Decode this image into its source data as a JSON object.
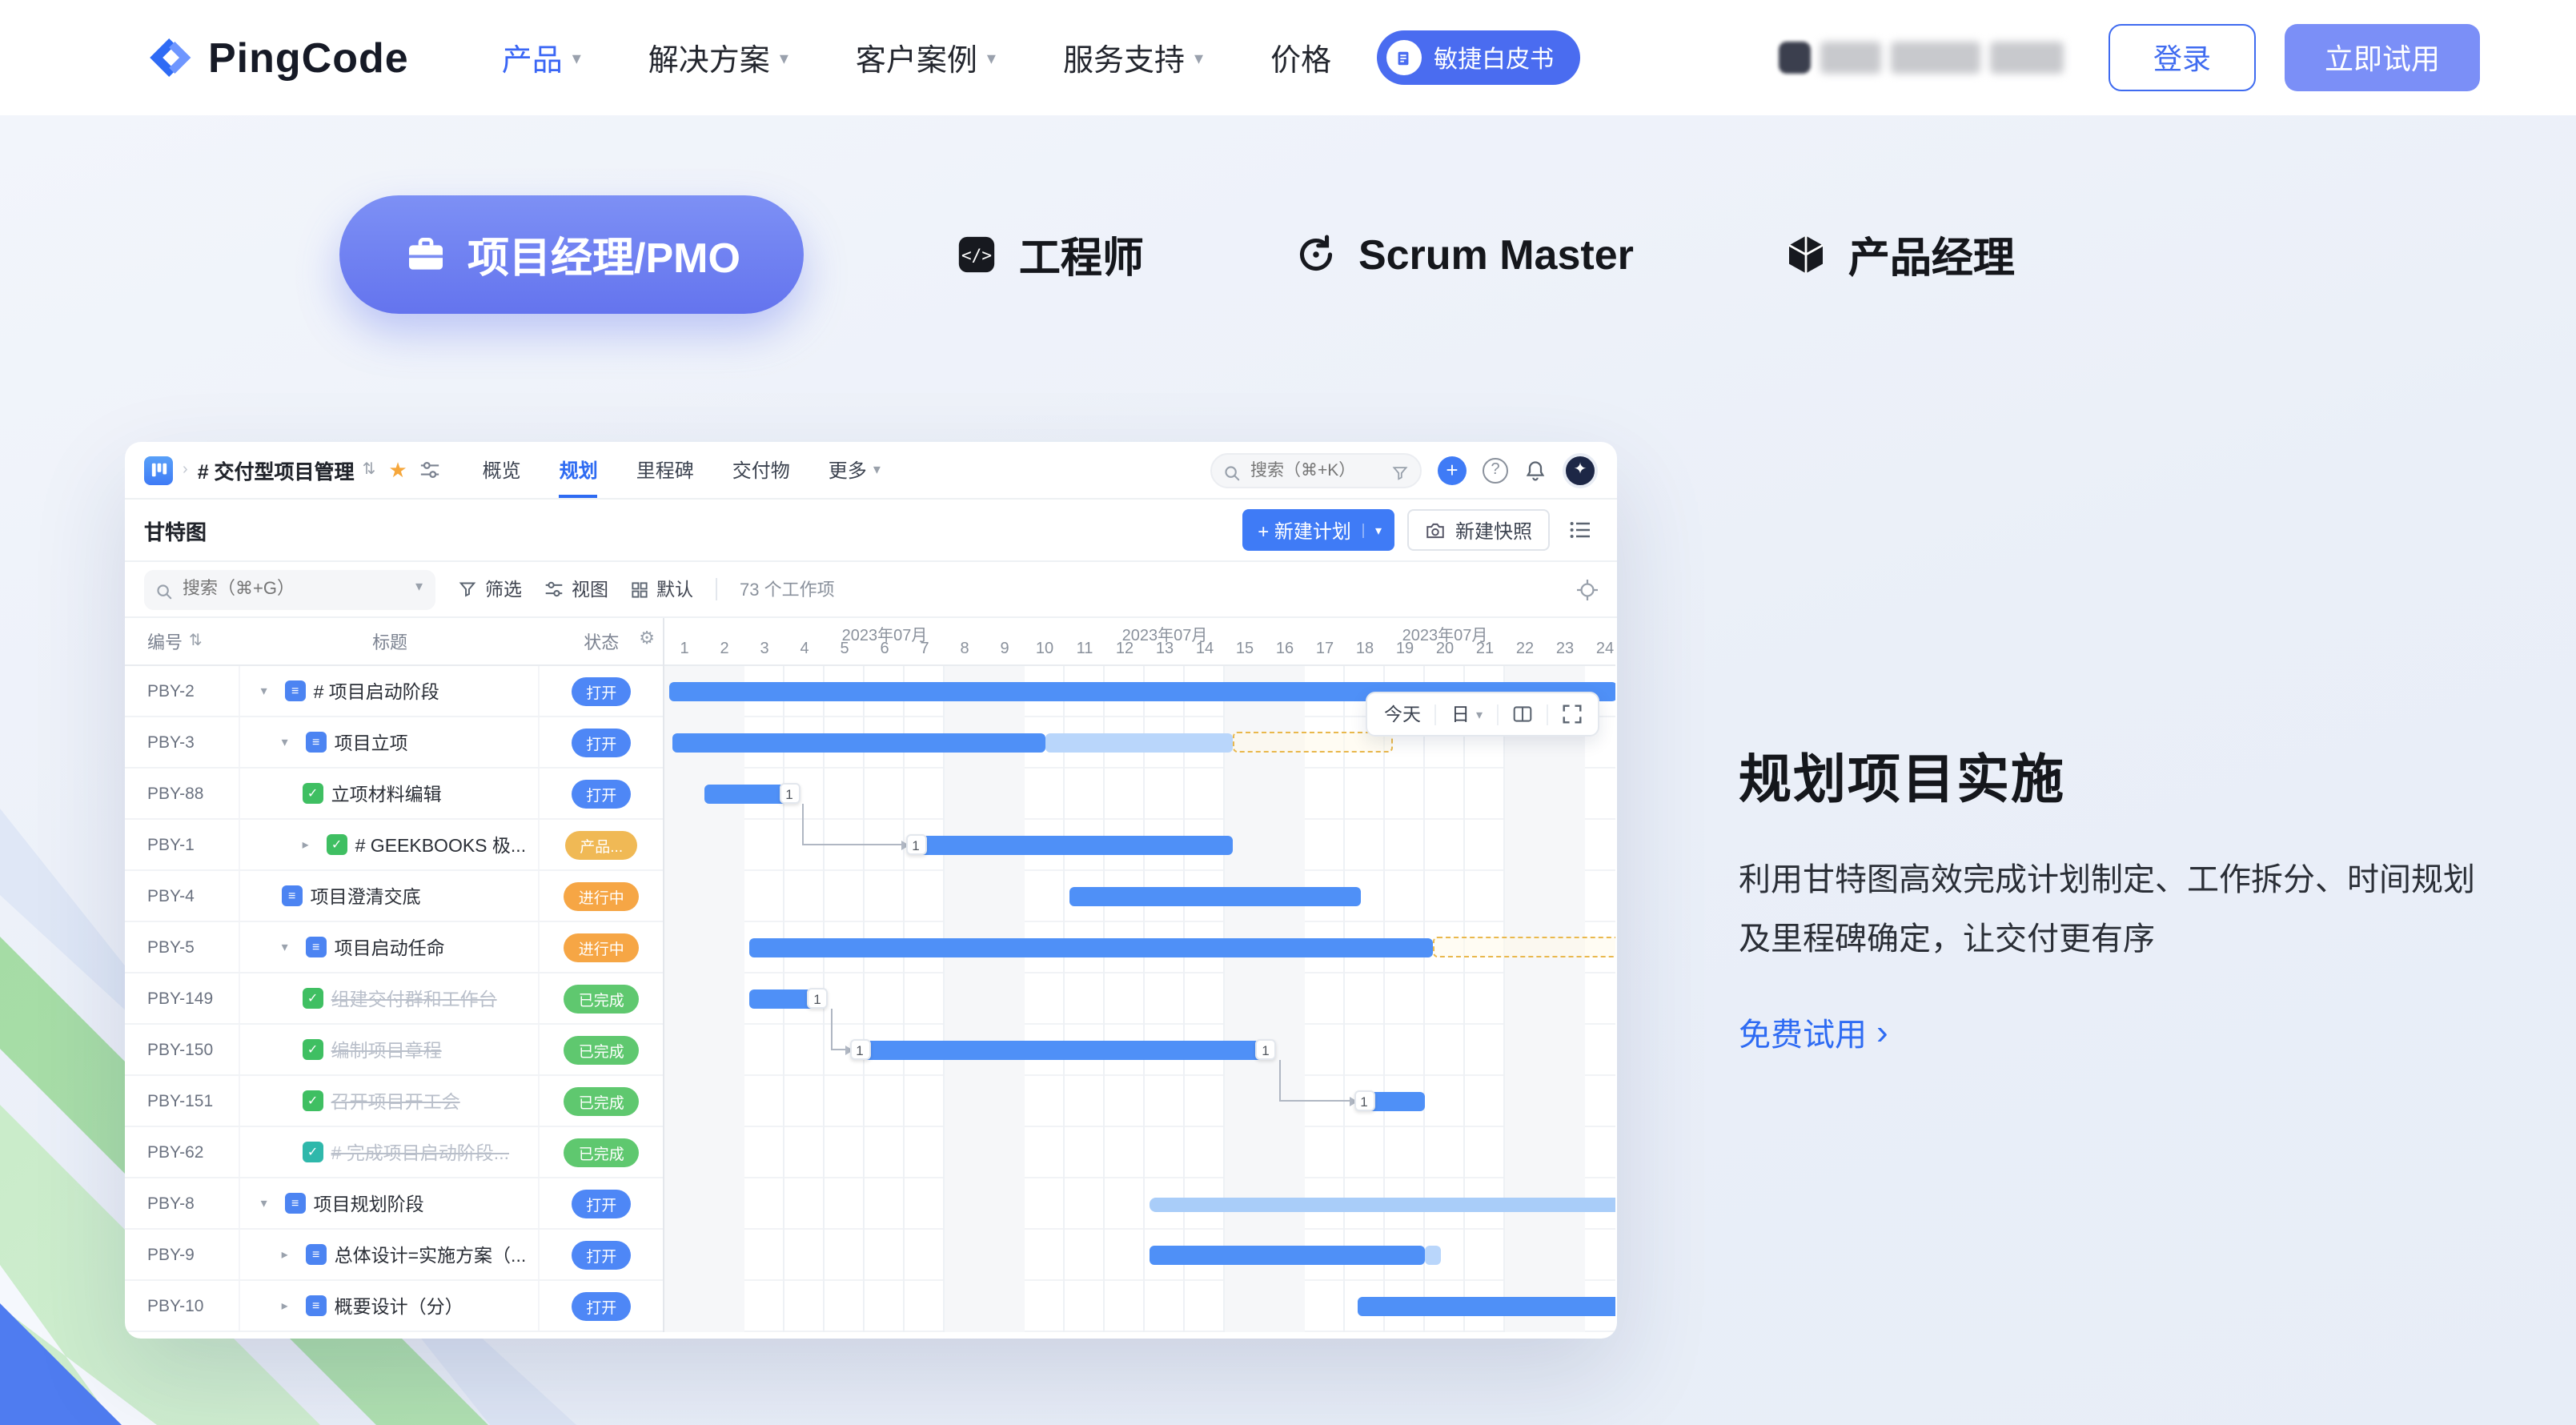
{
  "navbar": {
    "logo_text": "PingCode",
    "menu": [
      {
        "label": "产品",
        "caret": true,
        "active": true
      },
      {
        "label": "解决方案",
        "caret": true
      },
      {
        "label": "客户案例",
        "caret": true
      },
      {
        "label": "服务支持",
        "caret": true
      },
      {
        "label": "价格",
        "caret": false
      }
    ],
    "whitepaper_badge": "敏捷白皮书",
    "login_label": "登录",
    "cta_label": "立即试用"
  },
  "personas": [
    {
      "label": "项目经理/PMO",
      "icon": "briefcase-icon",
      "active": true
    },
    {
      "label": "工程师",
      "icon": "code-icon",
      "active": false
    },
    {
      "label": "Scrum Master",
      "icon": "scrum-icon",
      "active": false
    },
    {
      "label": "产品经理",
      "icon": "cube-icon",
      "active": false
    }
  ],
  "app": {
    "header": {
      "project_title": "# 交付型项目管理",
      "tabs": [
        {
          "label": "概览"
        },
        {
          "label": "规划",
          "active": true
        },
        {
          "label": "里程碑"
        },
        {
          "label": "交付物"
        },
        {
          "label": "更多",
          "caret": true
        }
      ],
      "search_placeholder": "搜索（⌘+K）"
    },
    "subheader": {
      "title": "甘特图",
      "new_plan_label": "+ 新建计划",
      "new_snapshot_label": "新建快照"
    },
    "toolbar": {
      "search_placeholder": "搜索（⌘+G）",
      "filter_label": "筛选",
      "view_label": "视图",
      "default_label": "默认",
      "count_label": "73 个工作项"
    },
    "table": {
      "columns": [
        "编号",
        "标题",
        "状态"
      ]
    },
    "rows": [
      {
        "id": "PBY-2",
        "title": "# 项目启动阶段",
        "status": "打开",
        "kind": "open",
        "level": 0,
        "caret": "down",
        "icon": "epic"
      },
      {
        "id": "PBY-3",
        "title": "项目立项",
        "status": "打开",
        "kind": "open",
        "level": 1,
        "caret": "down",
        "icon": "epic"
      },
      {
        "id": "PBY-88",
        "title": "立项材料编辑",
        "status": "打开",
        "kind": "open",
        "level": 2,
        "icon": "task"
      },
      {
        "id": "PBY-1",
        "title": "# GEEKBOOKS 极...",
        "status": "产品...",
        "kind": "product",
        "level": 2,
        "caret": "right",
        "icon": "task"
      },
      {
        "id": "PBY-4",
        "title": "项目澄清交底",
        "status": "进行中",
        "kind": "progress",
        "level": 1,
        "icon": "epic"
      },
      {
        "id": "PBY-5",
        "title": "项目启动任命",
        "status": "进行中",
        "kind": "progress",
        "level": 1,
        "caret": "down",
        "icon": "epic"
      },
      {
        "id": "PBY-149",
        "title": "组建交付群和工作台",
        "status": "已完成",
        "kind": "done",
        "level": 2,
        "done": true,
        "icon": "task"
      },
      {
        "id": "PBY-150",
        "title": "编制项目章程",
        "status": "已完成",
        "kind": "done",
        "level": 2,
        "done": true,
        "icon": "task"
      },
      {
        "id": "PBY-151",
        "title": "召开项目开工会",
        "status": "已完成",
        "kind": "done",
        "level": 2,
        "done": true,
        "icon": "task"
      },
      {
        "id": "PBY-62",
        "title": "# 完成项目启动阶段...",
        "status": "已完成",
        "kind": "done",
        "level": 2,
        "done": true,
        "icon": "milestone"
      },
      {
        "id": "PBY-8",
        "title": "项目规划阶段",
        "status": "打开",
        "kind": "open",
        "level": 0,
        "caret": "down",
        "icon": "epic"
      },
      {
        "id": "PBY-9",
        "title": "总体设计=实施方案（...",
        "status": "打开",
        "kind": "open",
        "level": 1,
        "caret": "right",
        "icon": "epic"
      },
      {
        "id": "PBY-10",
        "title": "概要设计（分）",
        "status": "打开",
        "kind": "open",
        "level": 1,
        "caret": "right",
        "icon": "epic"
      }
    ],
    "gantt": {
      "month_labels": [
        {
          "text": "2023年07月",
          "center_day": 5.5
        },
        {
          "text": "2023年07月",
          "center_day": 12.5
        },
        {
          "text": "2023年07月",
          "center_day": 19.5
        }
      ],
      "days": [
        1,
        2,
        3,
        4,
        5,
        6,
        7,
        8,
        9,
        10,
        11,
        12,
        13,
        14,
        15,
        16,
        17,
        18,
        19,
        20,
        21,
        22,
        23,
        24
      ],
      "weekends": [
        [
          0,
          2
        ],
        [
          7,
          9
        ],
        [
          14,
          16
        ],
        [
          21,
          23
        ]
      ],
      "bars": [
        {
          "row": 0,
          "start": 0.1,
          "end": 23.8,
          "kind": "solid"
        },
        {
          "row": 1,
          "start": 0.2,
          "end": 9.5,
          "kind": "solid"
        },
        {
          "row": 1,
          "start": 9.5,
          "end": 14.2,
          "kind": "light"
        },
        {
          "row": 1,
          "start": 14.2,
          "end": 18.2,
          "kind": "dashed"
        },
        {
          "row": 2,
          "start": 1.0,
          "end": 3.3,
          "kind": "solid",
          "chips": [
            {
              "pos": "right",
              "label": "1"
            }
          ]
        },
        {
          "row": 3,
          "start": 6.1,
          "end": 14.2,
          "kind": "solid",
          "chips": [
            {
              "pos": "left",
              "label": "1"
            }
          ]
        },
        {
          "row": 4,
          "start": 10.1,
          "end": 17.4,
          "kind": "solid"
        },
        {
          "row": 5,
          "start": 2.1,
          "end": 19.2,
          "kind": "solid"
        },
        {
          "row": 5,
          "start": 19.2,
          "end": 23.9,
          "kind": "dashed"
        },
        {
          "row": 6,
          "start": 2.1,
          "end": 4.0,
          "kind": "solid",
          "chips": [
            {
              "pos": "right",
              "label": "1"
            }
          ]
        },
        {
          "row": 7,
          "start": 4.7,
          "end": 15.2,
          "kind": "solid",
          "chips": [
            {
              "pos": "left",
              "label": "1"
            },
            {
              "pos": "right",
              "label": "1"
            }
          ]
        },
        {
          "row": 8,
          "start": 17.3,
          "end": 19.0,
          "kind": "solid",
          "chips": [
            {
              "pos": "left",
              "label": "1"
            }
          ]
        },
        {
          "row": 10,
          "start": 12.1,
          "end": 24.0,
          "kind": "summary"
        },
        {
          "row": 11,
          "start": 12.1,
          "end": 19.0,
          "kind": "solid"
        },
        {
          "row": 11,
          "start": 19.0,
          "end": 19.4,
          "kind": "light"
        },
        {
          "row": 12,
          "start": 17.3,
          "end": 24.0,
          "kind": "solid"
        }
      ],
      "connectors": [
        {
          "fromRow": 2,
          "fromDay": 3.45,
          "toRow": 3,
          "toDay": 6.1
        },
        {
          "fromRow": 6,
          "fromDay": 4.15,
          "toRow": 7,
          "toDay": 4.7
        },
        {
          "fromRow": 7,
          "fromDay": 15.35,
          "toRow": 8,
          "toDay": 17.3
        }
      ],
      "controls": {
        "today_label": "今天",
        "zoom_label": "日"
      }
    }
  },
  "feature": {
    "title": "规划项目实施",
    "description": "利用甘特图高效完成计划制定、工作拆分、时间规划及里程碑确定，让交付更有序",
    "cta_label": "免费试用"
  },
  "colors": {
    "accent": "#2e6bf3",
    "bar_solid": "#4f90f7",
    "bar_light": "#b9d6fb",
    "bar_dashed_border": "#e9b84d",
    "status_open": "#4e87f6",
    "status_progress": "#f6a645",
    "status_done": "#5fc86f",
    "status_product": "#f0b955"
  }
}
